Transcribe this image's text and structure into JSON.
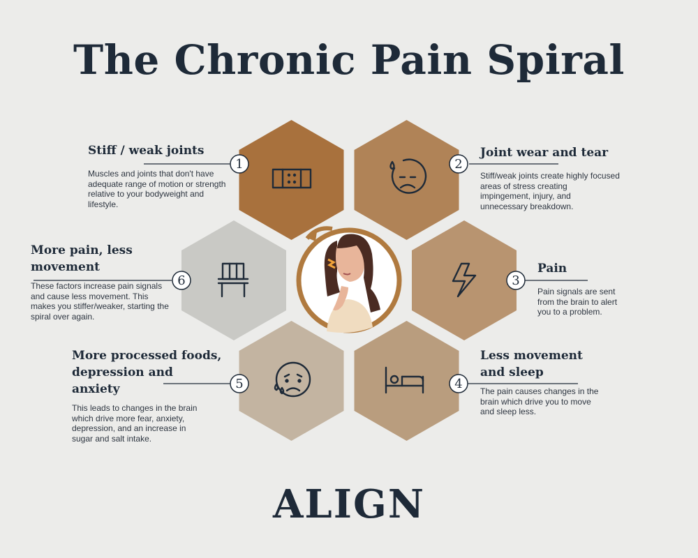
{
  "title": "The Chronic Pain Spiral",
  "brand": "ALIGN",
  "colors": {
    "background": "#ececea",
    "text": "#1e2a38",
    "hex_1": "#a8713d",
    "hex_2": "#b08357",
    "hex_3": "#b89470",
    "hex_4": "#b99d7e",
    "hex_5": "#c3b4a1",
    "hex_6": "#c9c9c5",
    "center_ring": "#b07a3f"
  },
  "steps": [
    {
      "number": "1",
      "icon": "bandage-icon",
      "heading": "Stiff / weak joints",
      "text": "Muscles and joints that don't have adequate range of motion or strength relative to your bodyweight and lifestyle."
    },
    {
      "number": "2",
      "icon": "sad-face-sweat-icon",
      "heading": "Joint wear and tear",
      "text": "Stiff/weak joints create highly focused areas of stress creating impingement, injury, and unnecessary breakdown."
    },
    {
      "number": "3",
      "icon": "lightning-bolt-icon",
      "heading": "Pain",
      "text": "Pain signals are sent from the brain to alert you to a problem."
    },
    {
      "number": "4",
      "icon": "bed-icon",
      "heading": "Less movement and sleep",
      "text": "The pain causes changes in the brain which drive you to move and sleep less."
    },
    {
      "number": "5",
      "icon": "crying-face-icon",
      "heading": "More processed foods, depression and anxiety",
      "text": "This leads to changes in the brain which drive more fear, anxiety, depression, and an increase in sugar and salt intake."
    },
    {
      "number": "6",
      "icon": "chair-icon",
      "heading": "More pain, less movement",
      "text": "These factors increase pain signals and cause less movement. This makes you stiffer/weaker, starting the spiral over again."
    }
  ],
  "center": {
    "icon": "woman-neck-pain-illustration"
  }
}
